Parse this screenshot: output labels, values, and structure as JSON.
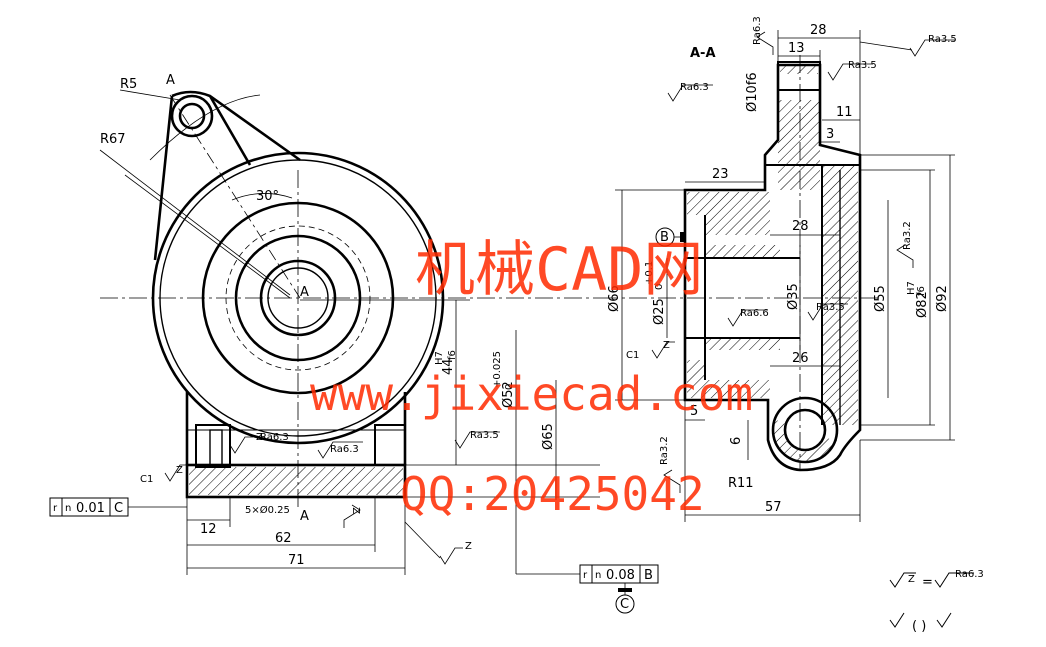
{
  "section_label": "A-A",
  "view_labels": {
    "a_top": "A",
    "a_center": "A",
    "a_bottom": "A"
  },
  "datum_labels": {
    "b": "B",
    "c": "C"
  },
  "radius_labels": {
    "r5": "R5",
    "r67": "R67",
    "r11": "R11"
  },
  "angle_label": "30°",
  "dimensions_left": {
    "d_12": "12",
    "d_62": "62",
    "d_71": "71",
    "holes": "5×Ø0.25",
    "fit_44": "44",
    "fit_44_upper": "H7",
    "fit_44_lower": "f6",
    "d_25_phi": "Ø52",
    "d_25_tol_up": "+0.025",
    "d_25_tol_lo": "0",
    "d_65": "Ø65",
    "c1": "C1"
  },
  "dimensions_right": {
    "d_28_top": "28",
    "d_13": "13",
    "d_11": "11",
    "d_3": "3",
    "d_23": "23",
    "d_28_mid": "28",
    "d_26": "26",
    "d_5": "5",
    "d_6": "6",
    "d_57": "57",
    "phi10": "Ø10f6",
    "phi66": "Ø66",
    "phi25": "Ø25",
    "phi25_tol_up": "+0.1",
    "phi25_tol_lo": "0",
    "phi35": "Ø35",
    "phi55": "Ø55",
    "phi82": "Ø82",
    "phi82_fit_up": "H7",
    "phi82_fit_lo": "f6",
    "phi92": "Ø92",
    "c1": "C1"
  },
  "roughness": {
    "ra63_top": "Ra6.3",
    "ra35_top_right": "Ra3.5",
    "ra35_a": "Ra3.5",
    "ra63_b": "Ra6.3",
    "ra32_right": "Ra3.2",
    "ra6_inner": "Ra6.6",
    "ra35_inner": "Ra3.5",
    "ra35_left": "Ra3.5",
    "ra63_left": "Ra6.3",
    "ra32_bottom": "Ra3.2",
    "ra63_vertical": "Ra6.3",
    "z": "Z"
  },
  "tolerance_frames": {
    "left": {
      "symbol": "r",
      "symbol2": "n",
      "value": "0.01",
      "datum": "C"
    },
    "bottom": {
      "symbol": "r",
      "symbol2": "n",
      "value": "0.08",
      "datum": "B"
    }
  },
  "legend": {
    "line1_z": "Z",
    "line1_equals": "=",
    "line1_ra": "Ra6.3",
    "line2": "(  )"
  },
  "watermark": {
    "line1": "机械CAD网",
    "line2": "www.jixiecad.com",
    "line3": "QQ:20425042"
  }
}
